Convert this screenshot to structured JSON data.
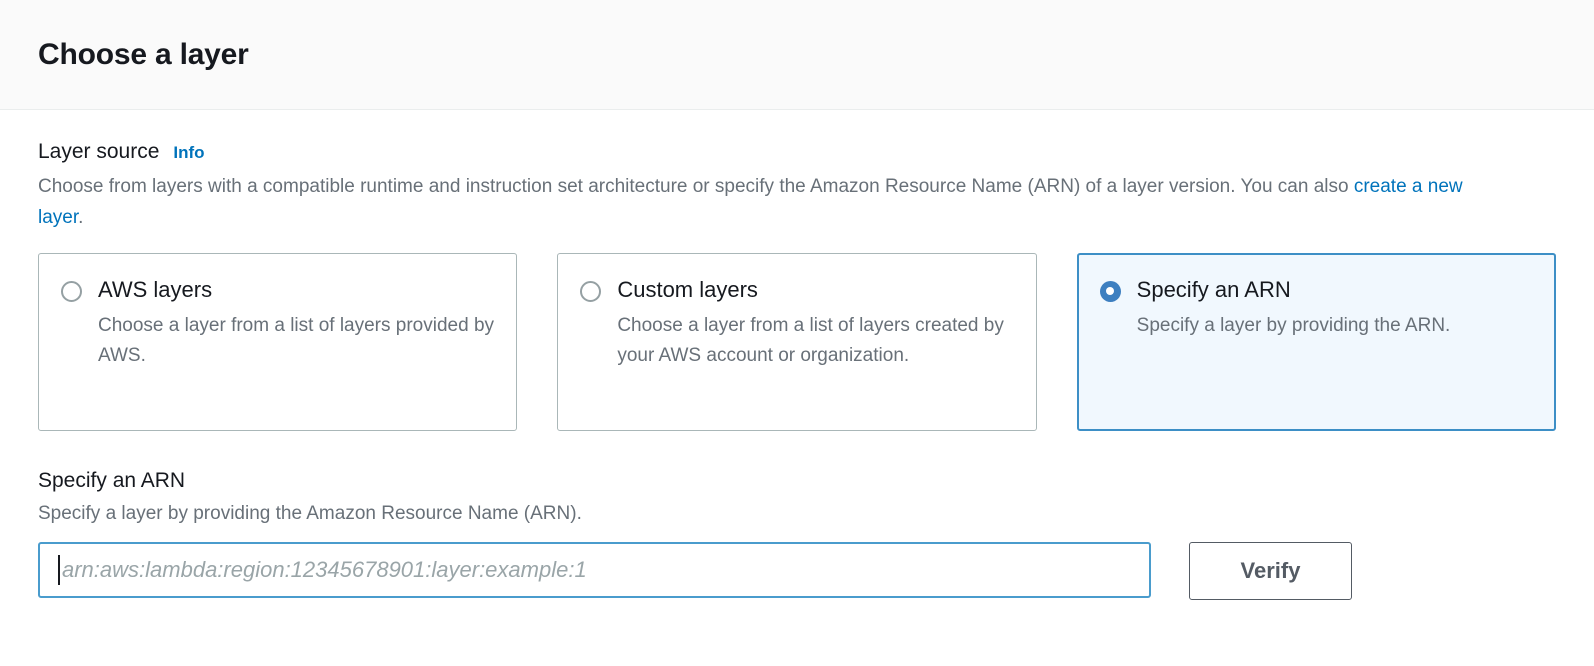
{
  "header": {
    "title": "Choose a layer"
  },
  "layer_source": {
    "label": "Layer source",
    "info_label": "Info",
    "description_part1": "Choose from layers with a compatible runtime and instruction set architecture or specify the Amazon Resource Name (ARN) of a layer version. You can also ",
    "description_link": "create a new layer",
    "description_part2": ".",
    "options": [
      {
        "title": "AWS layers",
        "description": "Choose a layer from a list of layers provided by AWS.",
        "selected": false
      },
      {
        "title": "Custom layers",
        "description": "Choose a layer from a list of layers created by your AWS account or organization.",
        "selected": false
      },
      {
        "title": "Specify an ARN",
        "description": "Specify a layer by providing the ARN.",
        "selected": true
      }
    ]
  },
  "arn_section": {
    "title": "Specify an ARN",
    "description": "Specify a layer by providing the Amazon Resource Name (ARN).",
    "input_value": "",
    "input_placeholder": "arn:aws:lambda:region:12345678901:layer:example:1",
    "verify_label": "Verify"
  },
  "colors": {
    "accent_blue": "#0073bb",
    "selected_border": "#3d8fc6",
    "selected_fill": "#f1f8fe",
    "radio_fill": "#3d7fc0",
    "input_focus_border": "#4a9ccd",
    "button_border": "#545b64",
    "text_primary": "#16191f",
    "text_secondary": "#687078",
    "header_bg": "#fafafa"
  }
}
